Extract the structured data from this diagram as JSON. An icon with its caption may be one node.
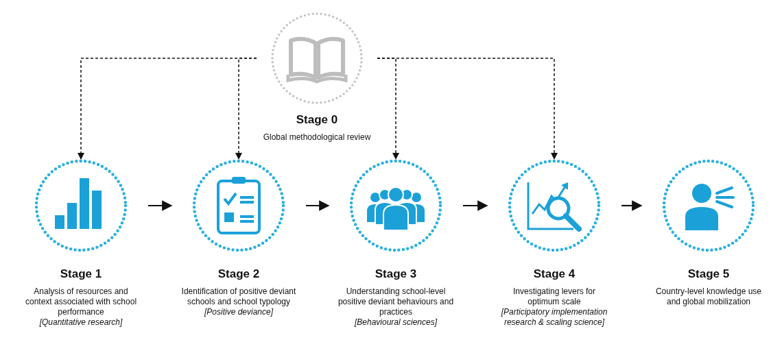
{
  "diagram": {
    "nodes": [
      {
        "text": [
          "Stage 0",
          "Global methodological review"
        ]
      },
      {
        "text": [
          "Stage 1",
          "Analysis of resources and context associated with school performance",
          "[Quantitative research]"
        ]
      },
      {
        "text": [
          "Stage 2",
          "Identification of positive deviant schools and school typology",
          "[Positive deviance]"
        ]
      },
      {
        "text": [
          "Stage 3",
          "Understanding school-level positive deviant behaviours and practices",
          "[Behavioural sciences]"
        ]
      },
      {
        "text": [
          "Stage 4",
          "Investigating levers for optimum scale",
          "[Participatory implementation research & scaling science]"
        ]
      },
      {
        "text": [
          "Stage 5",
          "Country-level knowledge use and global mobilization"
        ]
      }
    ],
    "edges": [
      {
        "from": 0,
        "to": 1,
        "arrow": "to",
        "style": "dashed"
      },
      {
        "from": 0,
        "to": 2,
        "arrow": "to",
        "style": "dashed"
      },
      {
        "from": 0,
        "to": 3,
        "arrow": "to",
        "style": "dashed"
      },
      {
        "from": 0,
        "to": 4,
        "arrow": "to",
        "style": "dashed"
      },
      {
        "from": 1,
        "to": 2,
        "arrow": "to"
      },
      {
        "from": 2,
        "to": 3,
        "arrow": "to"
      },
      {
        "from": 3,
        "to": 4,
        "arrow": "to"
      },
      {
        "from": 4,
        "to": 5,
        "arrow": "to"
      }
    ]
  }
}
